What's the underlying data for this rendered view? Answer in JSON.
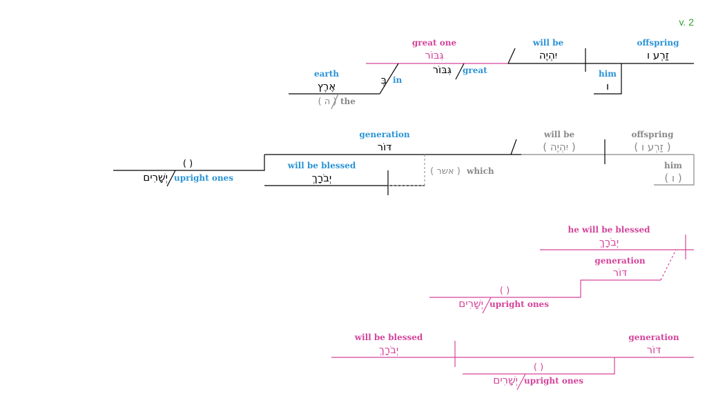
{
  "verse": "v. 2",
  "colors": {
    "black": "#000000",
    "blue": "#2a93d5",
    "pink": "#d4449a",
    "gray": "#888888",
    "green": "#2e9e2e"
  },
  "clause1": {
    "subject": {
      "gloss": "offspring",
      "hebrew": "זַרְע ו"
    },
    "verb": {
      "gloss": "will be",
      "hebrew": "יִהְיֶה"
    },
    "complement": {
      "gloss": "great one",
      "hebrew": "גִּבּוֹר"
    },
    "complement_mod": {
      "hebrew": "גִּבּוֹר",
      "gloss": "great"
    },
    "possessor": {
      "gloss": "him",
      "hebrew": "ו"
    },
    "prep": {
      "hebrew": "בְּ",
      "gloss": "in"
    },
    "prep_obj": {
      "gloss": "earth",
      "hebrew": "אֶרֶץ"
    },
    "article": {
      "hebrew": "( ה )",
      "gloss": "the"
    }
  },
  "clause2": {
    "subject": {
      "gloss": "offspring",
      "hebrew": "( זַרְע ו )"
    },
    "verb": {
      "gloss": "will be",
      "hebrew": "( יִהְיֶה )"
    },
    "possessor": {
      "gloss": "him",
      "hebrew": "( ו )"
    },
    "complement": {
      "gloss": "generation",
      "hebrew": "דּוֹר"
    },
    "rel_verb": {
      "gloss": "will be blessed",
      "hebrew": "יְבֹרָךְ"
    },
    "rel_pron": {
      "hebrew": "( אשר )",
      "gloss": "which"
    },
    "genitive": {
      "marker": "( )",
      "hebrew": "יְשָׁרִים",
      "gloss": "upright ones"
    }
  },
  "diagram3": {
    "verb": {
      "gloss": "he will be blessed",
      "hebrew": "יְבֹרָךְ"
    },
    "subject": {
      "gloss": "generation",
      "hebrew": "דּוֹר"
    },
    "genitive": {
      "marker": "( )",
      "hebrew": "יְשָׁרִים",
      "gloss": "upright ones"
    }
  },
  "diagram4": {
    "subject": {
      "gloss": "generation",
      "hebrew": "דּוֹר"
    },
    "verb": {
      "gloss": "will be blessed",
      "hebrew": "יְבֹרָךְ"
    },
    "genitive": {
      "marker": "( )",
      "hebrew": "יְשָׁרִים",
      "gloss": "upright ones"
    }
  }
}
